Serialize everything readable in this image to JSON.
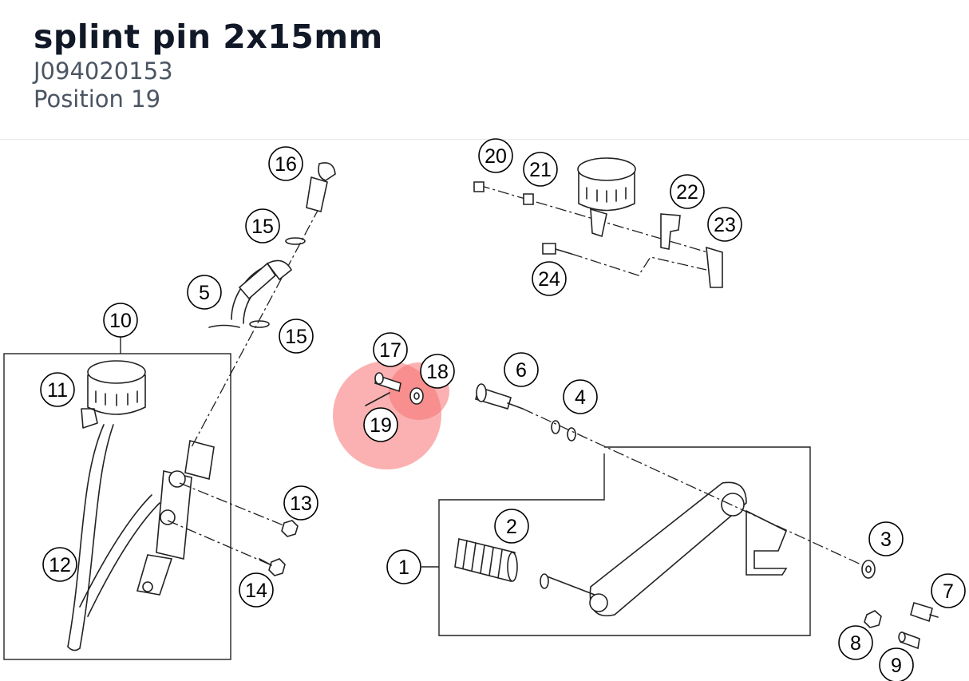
{
  "part": {
    "name": "splint pin 2x15mm",
    "number": "J094020153",
    "position_label": "Position 19"
  },
  "highlight": {
    "position": "19",
    "color": "#f87171"
  },
  "callouts": [
    {
      "id": "c1",
      "label": "1"
    },
    {
      "id": "c2",
      "label": "2"
    },
    {
      "id": "c3",
      "label": "3"
    },
    {
      "id": "c4",
      "label": "4"
    },
    {
      "id": "c5",
      "label": "5"
    },
    {
      "id": "c6",
      "label": "6"
    },
    {
      "id": "c7",
      "label": "7"
    },
    {
      "id": "c8",
      "label": "8"
    },
    {
      "id": "c9",
      "label": "9"
    },
    {
      "id": "c10",
      "label": "10"
    },
    {
      "id": "c11",
      "label": "11"
    },
    {
      "id": "c12",
      "label": "12"
    },
    {
      "id": "c13",
      "label": "13"
    },
    {
      "id": "c14",
      "label": "14"
    },
    {
      "id": "c15a",
      "label": "15"
    },
    {
      "id": "c15b",
      "label": "15"
    },
    {
      "id": "c16",
      "label": "16"
    },
    {
      "id": "c17",
      "label": "17"
    },
    {
      "id": "c18",
      "label": "18"
    },
    {
      "id": "c19",
      "label": "19"
    },
    {
      "id": "c20",
      "label": "20"
    },
    {
      "id": "c21",
      "label": "21"
    },
    {
      "id": "c22",
      "label": "22"
    },
    {
      "id": "c23",
      "label": "23"
    },
    {
      "id": "c24",
      "label": "24"
    }
  ]
}
